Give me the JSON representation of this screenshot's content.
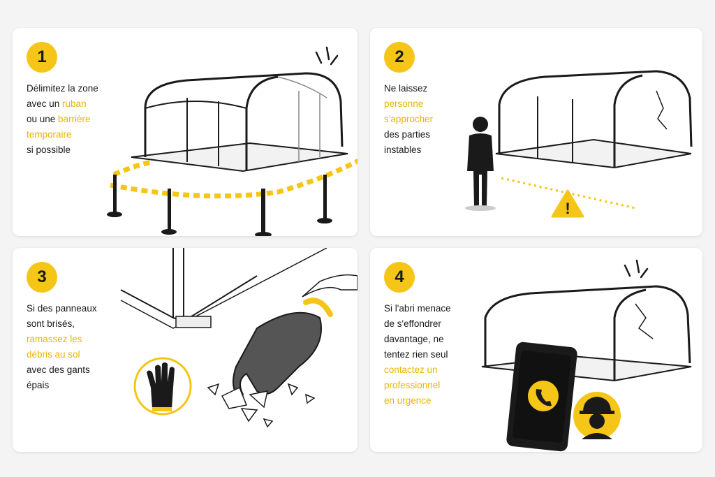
{
  "theme": {
    "accent": "#f5c518",
    "ink": "#1a1a1a",
    "hl": "#e8b400"
  },
  "steps": [
    {
      "number": "1",
      "lines": [
        [
          {
            "t": "Délimitez la zone",
            "h": false
          }
        ],
        [
          {
            "t": "avec un ",
            "h": false
          },
          {
            "t": "ruban",
            "h": true
          }
        ],
        [
          {
            "t": "ou une ",
            "h": false
          },
          {
            "t": "barrière",
            "h": true
          }
        ],
        [
          {
            "t": "temporaire",
            "h": true
          }
        ],
        [
          {
            "t": "si possible",
            "h": false
          }
        ]
      ],
      "icons": [
        "greenhouse-shelter-icon",
        "caution-tape-icon",
        "barrier-post-icon"
      ]
    },
    {
      "number": "2",
      "lines": [
        [
          {
            "t": "Ne laissez",
            "h": false
          }
        ],
        [
          {
            "t": "personne",
            "h": true
          }
        ],
        [
          {
            "t": "s'approcher",
            "h": true
          }
        ],
        [
          {
            "t": "des parties",
            "h": false
          }
        ],
        [
          {
            "t": "instables",
            "h": false
          }
        ]
      ],
      "icons": [
        "person-silhouette-icon",
        "cracked-shelter-icon",
        "warning-triangle-icon"
      ],
      "warning_symbol": "!"
    },
    {
      "number": "3",
      "lines": [
        [
          {
            "t": "Si des panneaux",
            "h": false
          }
        ],
        [
          {
            "t": "sont brisés,",
            "h": false
          }
        ],
        [
          {
            "t": "ramassez les",
            "h": true
          }
        ],
        [
          {
            "t": "débris au sol",
            "h": true
          }
        ],
        [
          {
            "t": "avec des gants",
            "h": false
          }
        ],
        [
          {
            "t": "épais",
            "h": false
          }
        ]
      ],
      "icons": [
        "gloved-hand-icon",
        "glass-shards-icon",
        "glove-icon"
      ]
    },
    {
      "number": "4",
      "lines": [
        [
          {
            "t": "Si l'abri menace",
            "h": false
          }
        ],
        [
          {
            "t": "de s'effondrer",
            "h": false
          }
        ],
        [
          {
            "t": "davantage, ne",
            "h": false
          }
        ],
        [
          {
            "t": "tentez rien seul",
            "h": false
          }
        ],
        [
          {
            "t": "contactez un",
            "h": true
          }
        ],
        [
          {
            "t": "professionnel",
            "h": true
          }
        ],
        [
          {
            "t": "en urgence",
            "h": true
          }
        ]
      ],
      "icons": [
        "collapsing-shelter-icon",
        "smartphone-call-icon",
        "hard-hat-worker-icon"
      ]
    }
  ]
}
